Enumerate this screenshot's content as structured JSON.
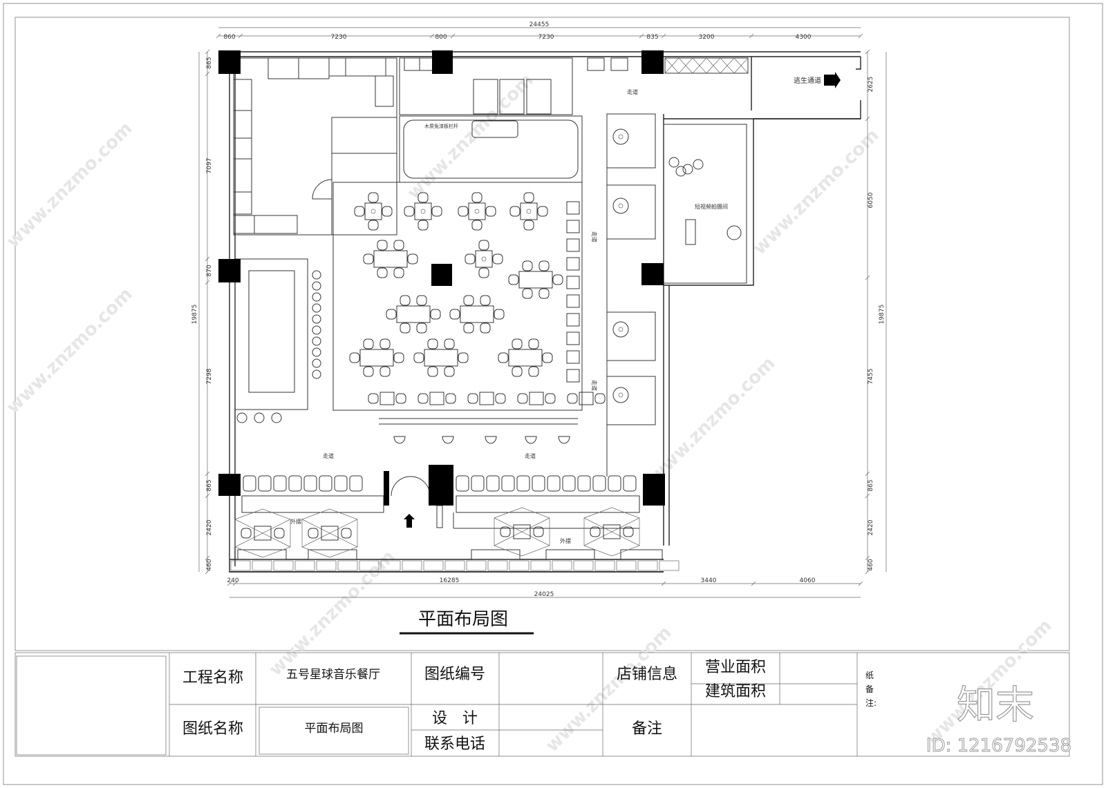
{
  "drawing": {
    "title": "平面布局图",
    "dimensions": {
      "top_total": "24455",
      "top_segments": [
        "860",
        "7230",
        "800",
        "7230",
        "835",
        "3200",
        "4300"
      ],
      "left_total": "19875",
      "left_segments": [
        "865",
        "7097",
        "870",
        "7298",
        "865",
        "2420",
        "460"
      ],
      "right_total": "19875",
      "right_segments": [
        "2625",
        "6050",
        "7455",
        "865",
        "2420",
        "460"
      ],
      "bottom_total": "24025",
      "bottom_segments": [
        "240",
        "16285",
        "3440",
        "4060"
      ]
    },
    "labels": {
      "corridor": "走道",
      "escape_route": "逃生通道",
      "outdoor_seating": "外摆",
      "video_room": "短视频拍摄间",
      "railing": "木质免漆板栏杆"
    }
  },
  "title_block": {
    "project_name_label": "工程名称",
    "project_name": "五号星球音乐餐厅",
    "drawing_no_label": "图纸编号",
    "drawing_no": "",
    "store_info_label": "店铺信息",
    "business_area_label": "营业面积",
    "building_area_label": "建筑面积",
    "drawing_name_label": "图纸名称",
    "drawing_name": "平面布局图",
    "design_label": "设　计",
    "phone_label": "联系电话",
    "remarks_label": "备注",
    "paper_note_label": "纸\n备\n注:"
  },
  "watermark": {
    "brand": "知末",
    "site": "www.znzmo.com",
    "id": "ID: 1216792538"
  }
}
